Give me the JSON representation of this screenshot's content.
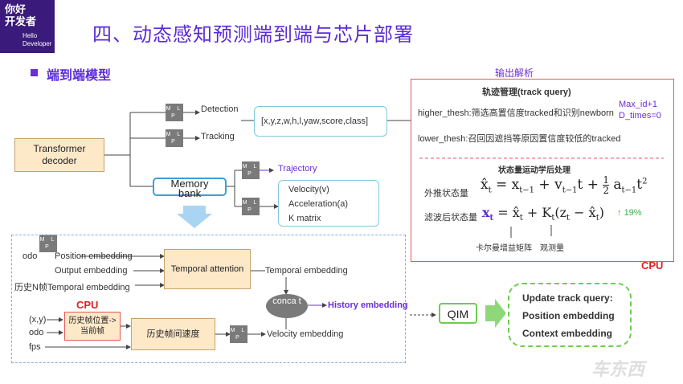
{
  "logo": {
    "line1": "你好",
    "line2": "开发者",
    "line3": "Hello",
    "line4": "Developer"
  },
  "slide_title": "四、动态感知预测端到端与芯片部署",
  "section_title": "端到端模型",
  "transformer": {
    "line1": "Transformer",
    "line2": "decoder"
  },
  "mlp_label": "M L P",
  "detection": "Detection",
  "tracking": "Tracking",
  "memory_bank": {
    "line1": "Memory",
    "line2": "bank"
  },
  "det_output": "[x,y,z,w,h,l,yaw,score,class]",
  "trajectory": "Trajectory",
  "motion": {
    "l1": "Velocity(v)",
    "l2": "Acceleration(a)",
    "l3": "K matrix"
  },
  "output_parse_title": "输出解析",
  "track_mgmt_title": "轨迹管理(track query)",
  "higher_thresh": "higher_thesh:筛选高置信度tracked和识别newborn",
  "max_id": "Max_id+1",
  "d_times": "D_times=0",
  "lower_thresh": "lower_thesh:召回因遮挡等原因置信度较低的tracked",
  "post_title": "状态量运动学后处理",
  "extrap_label": "外推状态量",
  "filter_label": "滤波后状态量",
  "percent": "19%",
  "kalman_gain": "卡尔曼增益矩阵",
  "observation": "观测量",
  "cpu_right": "CPU",
  "cpu_left": "CPU",
  "lower": {
    "odo_pos": "odo",
    "pos_emb": "Position embedding",
    "output_emb": "Output embedding",
    "hist_temporal": "历史N帧Temporal embedding",
    "temporal_attention": "Temporal attention",
    "temporal_emb": "Temporal embedding",
    "concat": "conca t",
    "history_a": "History",
    "history_b": " embedding",
    "xy": "(x,y)",
    "odo": "odo",
    "fps": "fps",
    "hist_pos": "历史帧位置->当前帧",
    "hist_speed": "历史帧间速度",
    "velocity_emb": "Velocity embedding"
  },
  "qim": "QIM",
  "update": {
    "l1": "Update track query:",
    "l2": "Position embedding",
    "l3": "Context embedding"
  },
  "watermark": "车东西"
}
